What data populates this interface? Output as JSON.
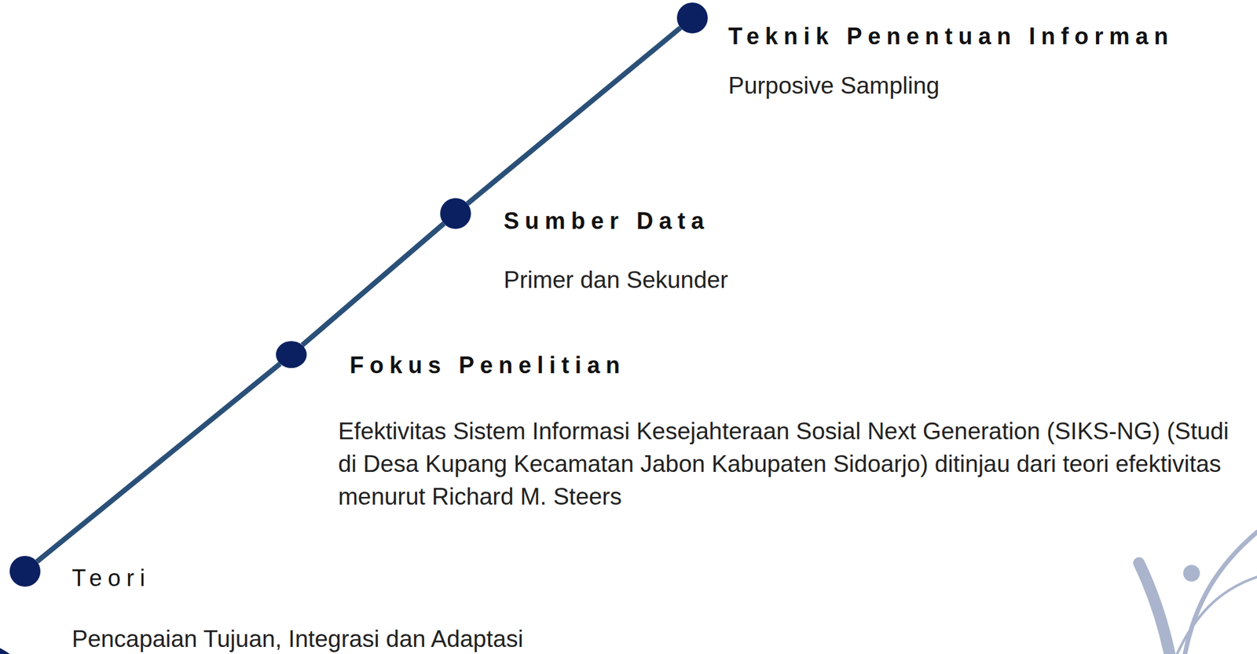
{
  "diagram": {
    "nodes": [
      {
        "text": [
          "Teknik Penentuan Informan",
          "Purposive Sampling"
        ]
      },
      {
        "text": [
          "Sumber Data",
          "Primer dan Sekunder"
        ]
      },
      {
        "text": [
          "Fokus Penelitian",
          "Efektivitas Sistem Informasi Kesejahteraan Sosial Next Generation (SIKS-NG) (Studi di Desa Kupang Kecamatan Jabon Kabupaten Sidoarjo) ditinjau dari teori efektivitas menurut Richard M. Steers"
        ]
      },
      {
        "text": [
          "Teori",
          "Pencapaian Tujuan, Integrasi dan Adaptasi"
        ]
      }
    ],
    "edges": [
      {
        "from": 0,
        "to": 1,
        "arrow": "none"
      },
      {
        "from": 1,
        "to": 2,
        "arrow": "none"
      },
      {
        "from": 2,
        "to": 3,
        "arrow": "none"
      }
    ]
  }
}
